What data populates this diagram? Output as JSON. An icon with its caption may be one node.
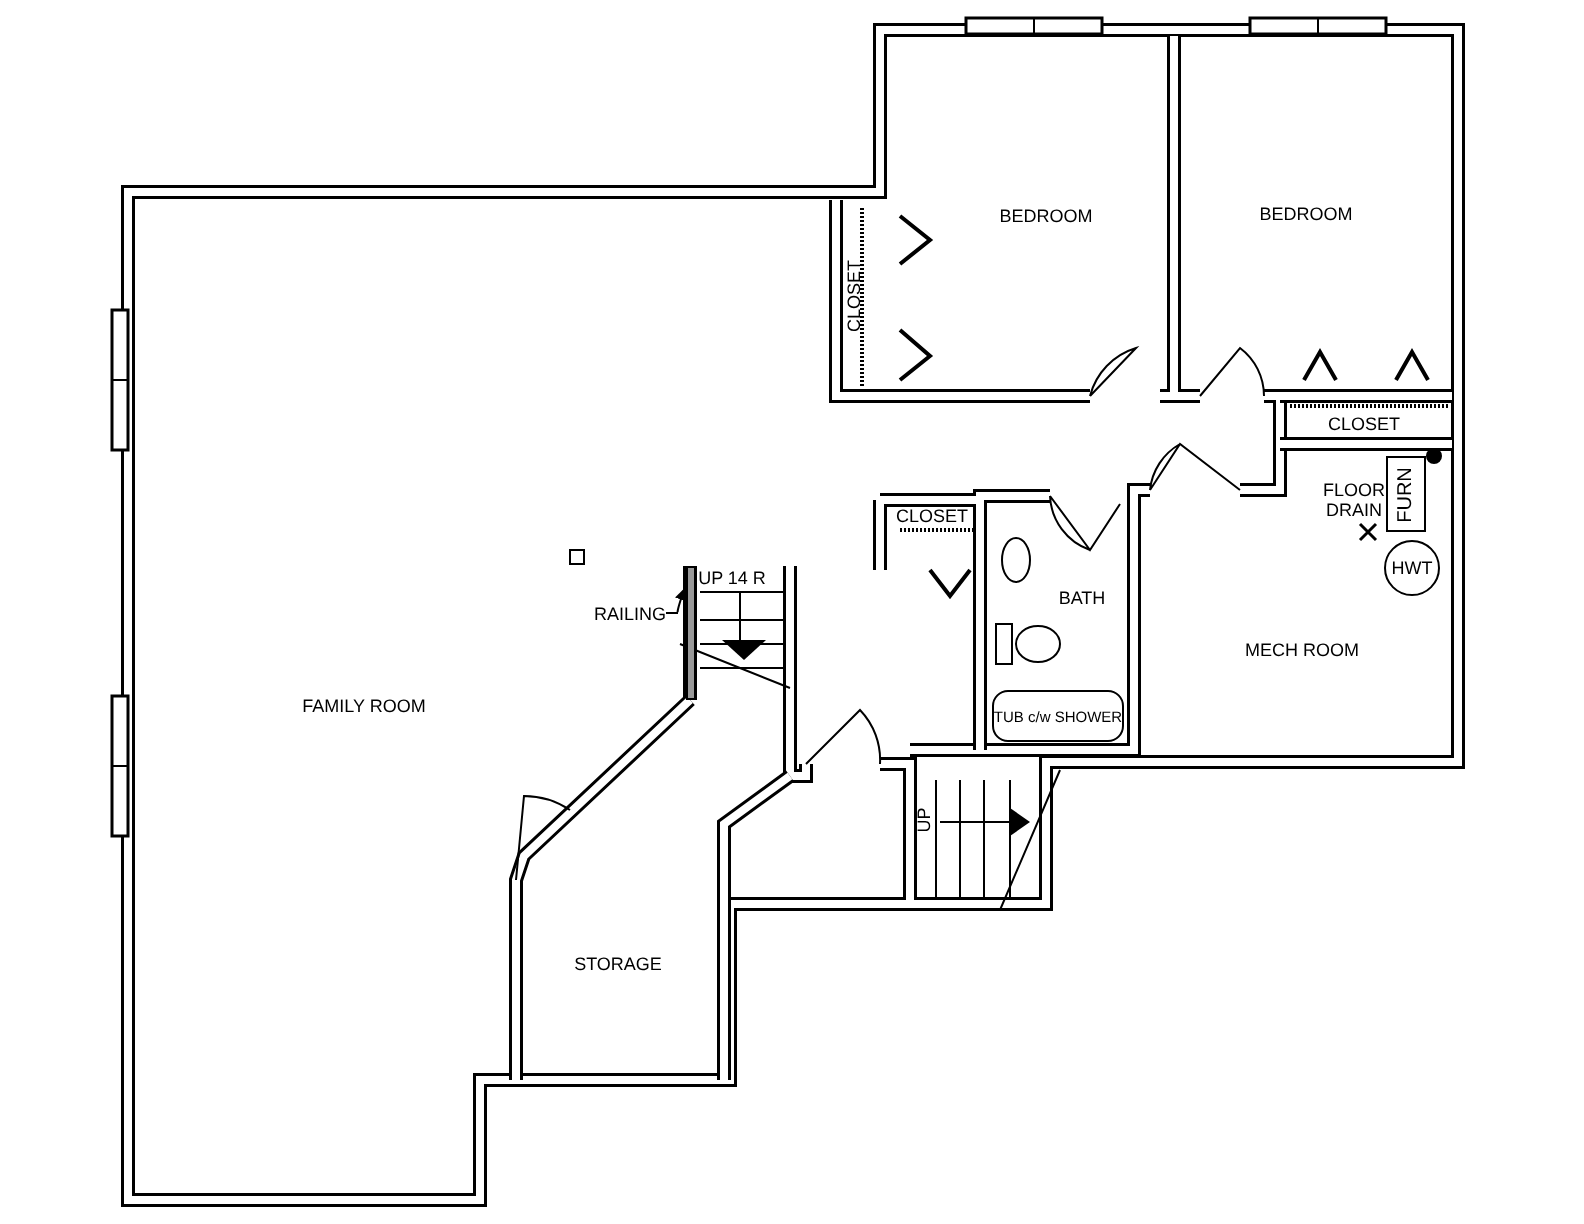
{
  "diagram": {
    "nodes": [
      {
        "text": [
          "FURN"
        ]
      },
      {
        "text": [
          "HWT"
        ]
      },
      {
        "text": [
          "RAILING"
        ]
      },
      {
        "text": [],
        "shape": "bar"
      },
      {
        "text": [
          "TUB c/w SHOWER"
        ]
      }
    ],
    "edges": [
      {
        "from": 2,
        "to": 3,
        "arrow": "to"
      }
    ],
    "labels": [
      "BEDROOM",
      "BEDROOM",
      "CLOSET",
      "CLOSET",
      "CLOSET",
      "FLOOR DRAIN",
      "BATH",
      "MECH ROOM",
      "UP 14 R",
      "FAMILY ROOM",
      "UP",
      "STORAGE"
    ]
  }
}
